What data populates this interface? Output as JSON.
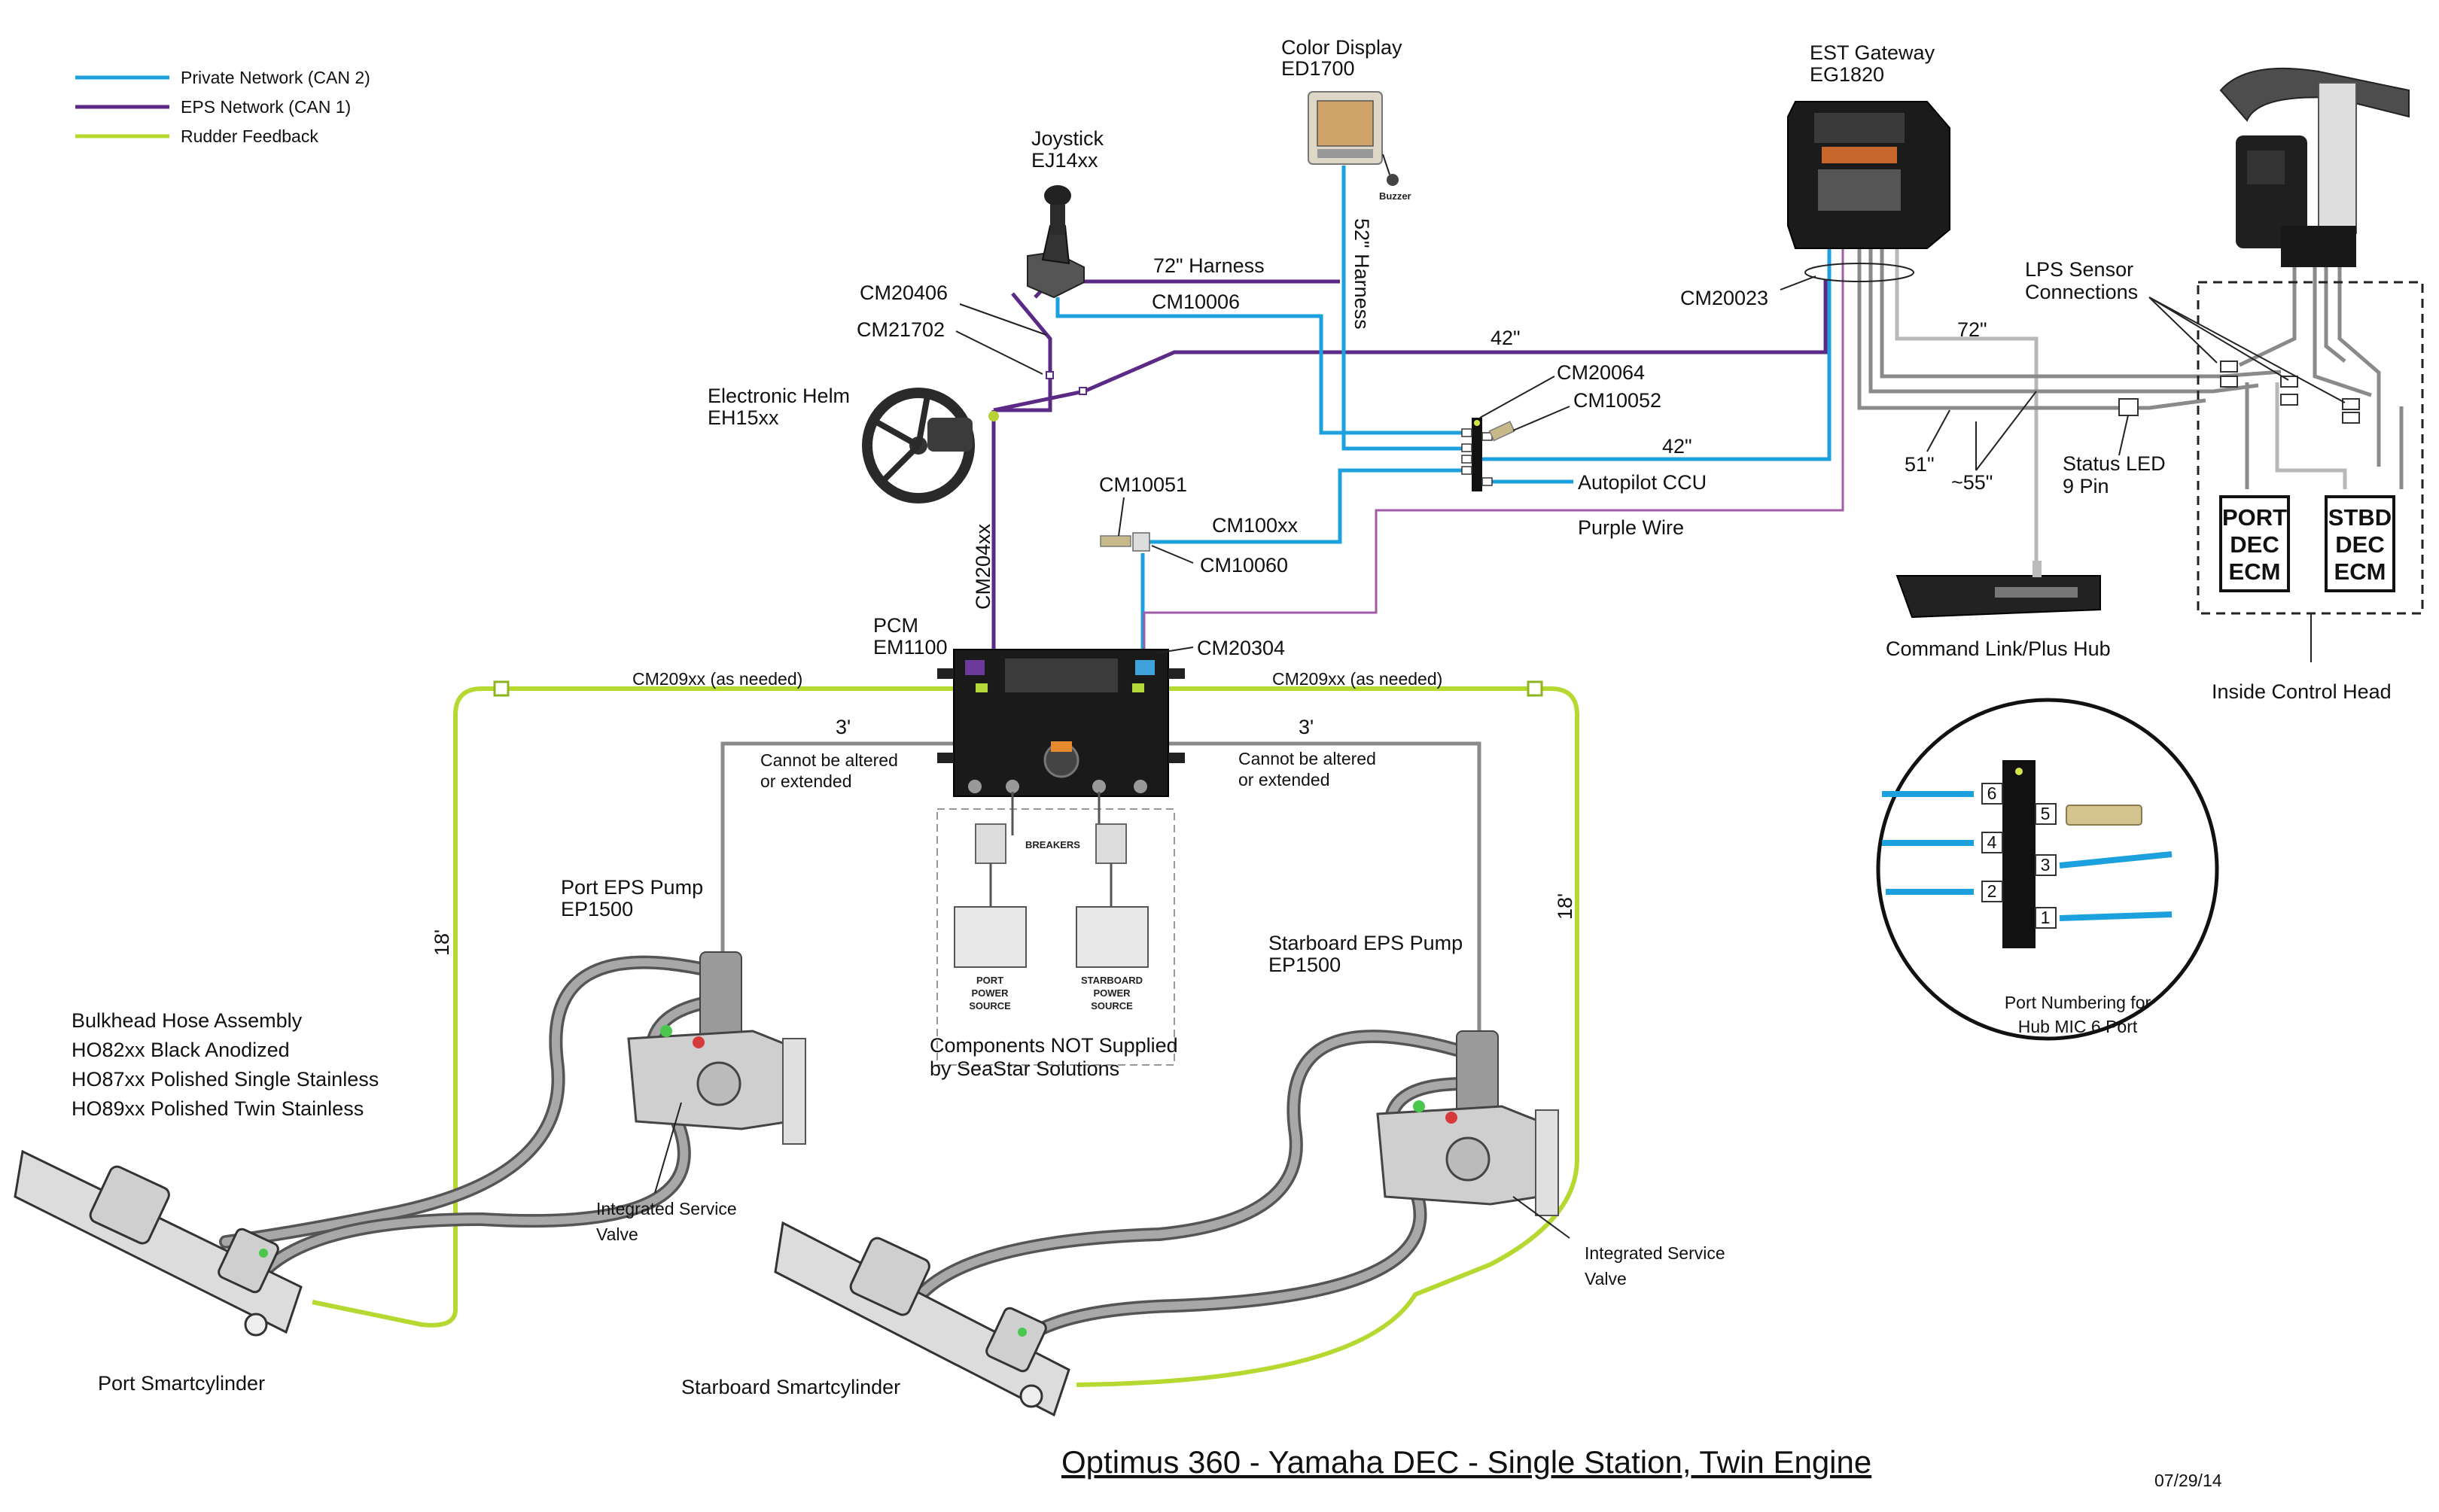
{
  "title": "Optimus 360 - Yamaha DEC - Single Station, Twin Engine",
  "date": "07/29/14",
  "legend": [
    {
      "label": "Private Network (CAN 2)",
      "color": "#1da1de"
    },
    {
      "label": "EPS Network (CAN 1)",
      "color": "#5b2a86"
    },
    {
      "label": "Rudder Feedback",
      "color": "#b5d931"
    }
  ],
  "components": {
    "color_display": {
      "name": "Color Display",
      "part": "ED1700",
      "buzzer": "Buzzer"
    },
    "joystick": {
      "name": "Joystick",
      "part": "EJ14xx"
    },
    "gateway": {
      "name": "EST Gateway",
      "part": "EG1820"
    },
    "helm": {
      "name": "Electronic Helm",
      "part": "EH15xx"
    },
    "pcm": {
      "name": "PCM",
      "part": "EM1100"
    },
    "port_pump": {
      "name": "Port EPS Pump",
      "part": "EP1500"
    },
    "stbd_pump": {
      "name": "Starboard EPS Pump",
      "part": "EP1500"
    },
    "port_cyl": "Port Smartcylinder",
    "stbd_cyl": "Starboard Smartcylinder",
    "command_link": "Command Link/Plus Hub",
    "inside_head": "Inside Control Head",
    "port_ecm": [
      "PORT",
      "DEC",
      "ECM"
    ],
    "stbd_ecm": [
      "STBD",
      "DEC",
      "ECM"
    ],
    "autopilot": "Autopilot CCU",
    "purple_wire": "Purple Wire",
    "status_led": [
      "Status LED",
      "9 Pin"
    ],
    "lps": [
      "LPS Sensor",
      "Connections"
    ],
    "isv_port": [
      "Integrated Service",
      "Valve"
    ],
    "isv_stbd": [
      "Integrated Service",
      "Valve"
    ],
    "not_supplied": [
      "Components NOT Supplied",
      "by SeaStar Solutions"
    ],
    "breakers": "BREAKERS",
    "port_source": [
      "PORT",
      "POWER",
      "SOURCE"
    ],
    "stbd_source": [
      "STARBOARD",
      "POWER",
      "SOURCE"
    ],
    "hose_assembly": [
      "Bulkhead Hose Assembly",
      "HO82xx  Black Anodized",
      "HO87xx  Polished Single Stainless",
      "HO89xx  Polished Twin Stainless"
    ],
    "hub_note": [
      "Port Numbering for",
      "Hub MIC 6 Port"
    ],
    "hub_ports": [
      "1",
      "2",
      "3",
      "4",
      "5",
      "6"
    ]
  },
  "cables": {
    "harness72": "72\" Harness",
    "harness52": "52\" Harness",
    "cm10006": "CM10006",
    "cm20406": "CM20406",
    "cm21702": "CM21702",
    "cm20023": "CM20023",
    "cm20064": "CM20064",
    "cm10052": "CM10052",
    "cm10051": "CM10051",
    "cm100xx": "CM100xx",
    "cm10060": "CM10060",
    "cm204xx": "CM204xx",
    "cm20304": "CM20304",
    "cm209_left": "CM209xx  (as needed)",
    "cm209_right": "CM209xx  (as needed)",
    "len42_a": "42\"",
    "len42_b": "42\"",
    "len72": "72\"",
    "len51": "51\"",
    "len55": "~55\"",
    "len3_left": "3'",
    "len3_right": "3'",
    "cannot_left": [
      "Cannot be altered",
      "or extended"
    ],
    "cannot_right": [
      "Cannot be altered",
      "or extended"
    ],
    "len18_left": "18'",
    "len18_right": "18'"
  }
}
